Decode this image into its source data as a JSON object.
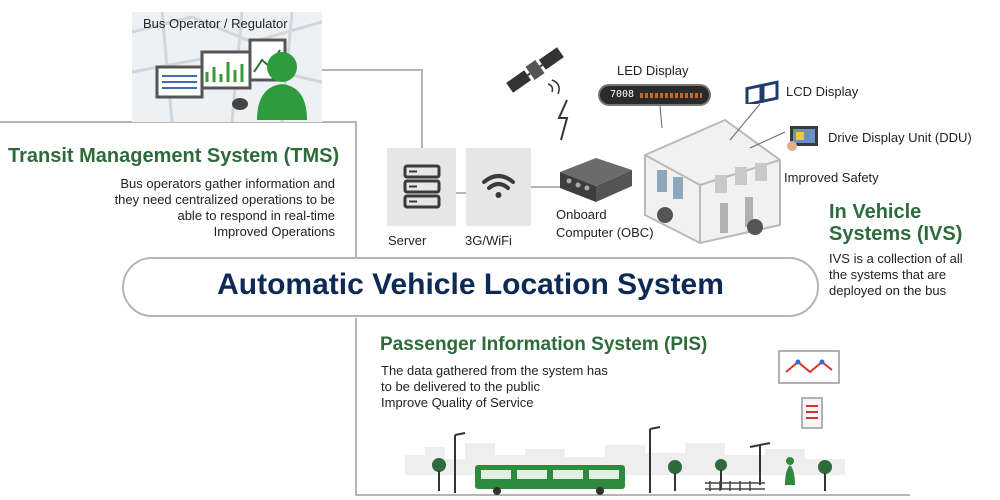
{
  "tms": {
    "operator_label": "Bus Operator / Regulator",
    "title": "Transit Management System (TMS)",
    "desc": [
      "Bus operators gather information and",
      "they need centralized operations to be",
      "able to respond in real-time",
      "Improved Operations"
    ]
  },
  "infra": {
    "server_label": "Server",
    "network_label": "3G/WiFi",
    "obc_label": [
      "Onboard",
      "Computer (OBC)"
    ]
  },
  "ivs": {
    "led_label": "LED Display",
    "led_text": "7008",
    "lcd_label": "LCD Display",
    "ddu_label": "Drive Display Unit (DDU)",
    "safety_label": "Improved Safety",
    "title": [
      "In Vehicle",
      "Systems (IVS)"
    ],
    "desc": [
      "IVS is a collection of all",
      "the systems that are",
      "deployed on the bus"
    ]
  },
  "avl": {
    "title": "Automatic Vehicle Location System"
  },
  "pis": {
    "title": "Passenger Information System (PIS)",
    "desc": [
      "The data gathered from the system has",
      "to be delivered to the public",
      "Improve Quality of Service"
    ]
  },
  "colors": {
    "green": "#2e6b3b",
    "navy": "#0d2a55",
    "line": "#b5b5b5",
    "tile": "#e6e6e6"
  }
}
